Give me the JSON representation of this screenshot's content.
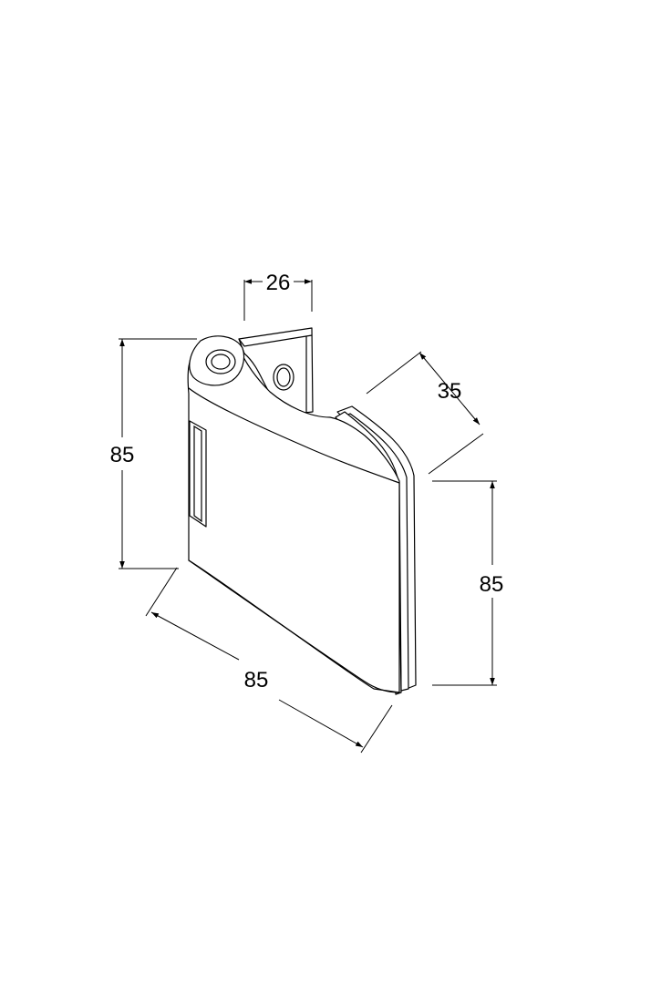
{
  "colors": {
    "background": "#ffffff",
    "line": "#000000"
  },
  "dimensions": {
    "top_width": "26",
    "glass_thickness": "35",
    "left_height": "85",
    "right_height": "85",
    "bottom_length": "85"
  }
}
